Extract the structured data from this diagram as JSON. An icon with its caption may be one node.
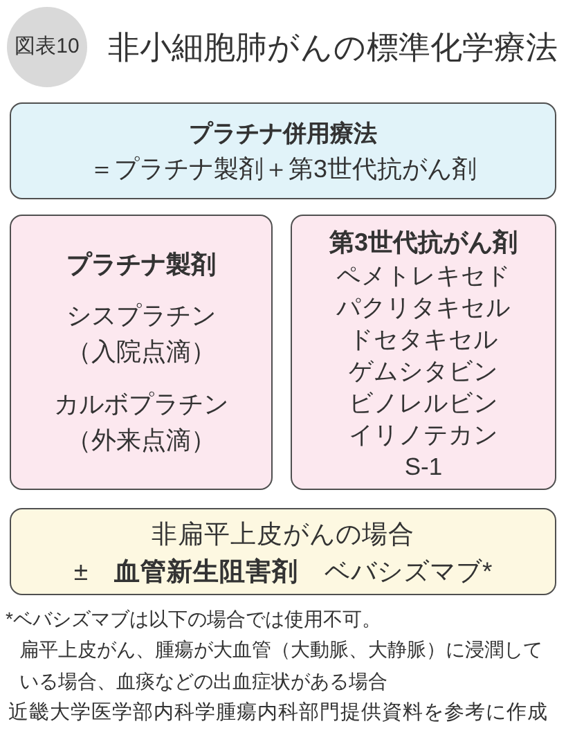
{
  "diagram": {
    "title": "非小細胞肺がんの標準化学療法",
    "nodes": [
      {
        "text": [
          "図表10"
        ]
      },
      {
        "text": [
          "プラチナ併用療法",
          "＝プラチナ製剤＋第3世代抗がん剤"
        ]
      },
      {
        "text": [
          "プラチナ製剤",
          "シスプラチン（入院点滴）",
          "カルボプラチン（外来点滴）"
        ]
      },
      {
        "text": [
          "第3世代抗がん剤",
          "ペメトレキセド",
          "パクリタキセル",
          "ドセタキセル",
          "ゲムシタビン",
          "ビノレルビン",
          "イリノテカン",
          "S-1"
        ]
      },
      {
        "text": [
          "非扁平上皮がんの場合",
          "±　**血管新生阻害剤**　ベバシズマブ*"
        ]
      }
    ],
    "labels": [
      "*ベバシズマブは以下の場合では使用不可。",
      "扁平上皮がん、腫瘍が大血管（大動脈、大静脈）に浸潤している場合、血痰などの出血症状がある場合",
      "近畿大学医学部内科学腫瘍内科部門提供資料を参考に作成"
    ]
  }
}
